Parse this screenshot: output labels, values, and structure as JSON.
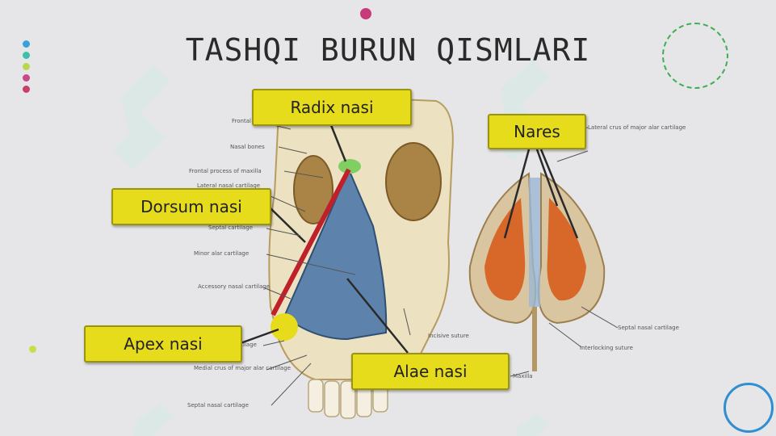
{
  "slide": {
    "title": "TASHQI BURUN QISMLARI",
    "labels": {
      "radix": "Radix nasi",
      "dorsum": "Dorsum nasi",
      "apex": "Apex nasi",
      "alae": "Alae nasi",
      "nares": "Nares"
    }
  },
  "diagram": {
    "left_annotations": [
      "Frontal bone",
      "Nasal bones",
      "Frontal process of maxilla",
      "Lateral nasal cartilage",
      "Septal cartilage",
      "Minor alar cartilage",
      "Accessory nasal cartilage",
      "Major alar cartilage",
      "Medial crus of major alar cartilage",
      "Septal nasal cartilage",
      "Incisive suture"
    ],
    "right_annotations": [
      "Lateral crus of major alar cartilage",
      "Septal nasal cartilage",
      "Interlocking suture",
      "Maxilla"
    ]
  },
  "colors": {
    "label_fill": "#e6dc1c",
    "dorsum_line": "#c0202a",
    "nose_blue": "#5d83ad",
    "nostril_orange": "#d8672a"
  },
  "decor": {
    "dot_colors": [
      "#3aa0d8",
      "#3fbfa8",
      "#b6d84a",
      "#c84a8a",
      "#c8406a"
    ]
  }
}
